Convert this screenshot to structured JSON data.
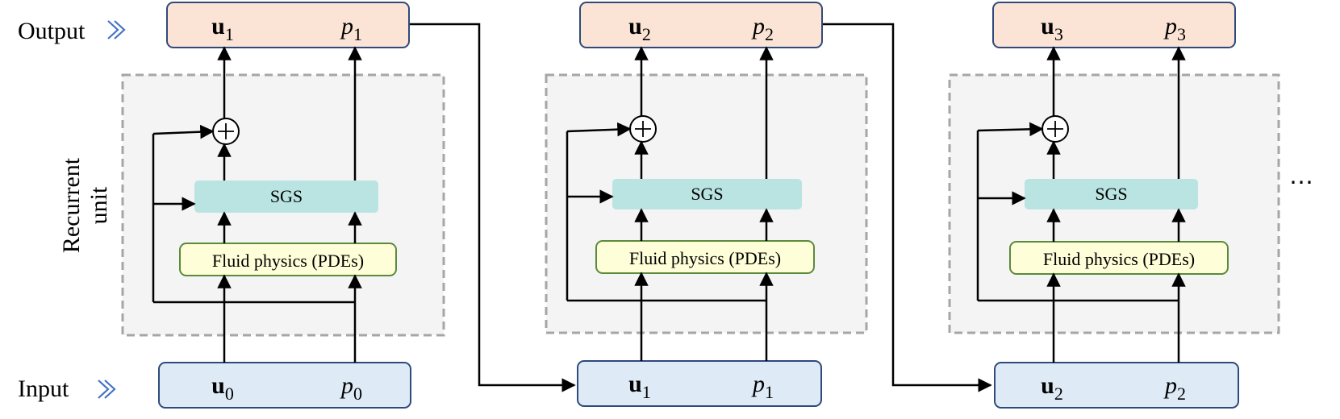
{
  "row_labels": {
    "output": "Output",
    "input": "Input",
    "recurrent_line1": "Recurrent",
    "recurrent_line2": "unit"
  },
  "units": [
    {
      "input": {
        "u": "u",
        "u_sub": "0",
        "p": "p",
        "p_sub": "0"
      },
      "output": {
        "u": "u",
        "u_sub": "1",
        "p": "p",
        "p_sub": "1"
      },
      "sgs_label": "SGS",
      "pde_label": "Fluid physics (PDEs)"
    },
    {
      "input": {
        "u": "u",
        "u_sub": "1",
        "p": "p",
        "p_sub": "1"
      },
      "output": {
        "u": "u",
        "u_sub": "2",
        "p": "p",
        "p_sub": "2"
      },
      "sgs_label": "SGS",
      "pde_label": "Fluid physics (PDEs)"
    },
    {
      "input": {
        "u": "u",
        "u_sub": "2",
        "p": "p",
        "p_sub": "2"
      },
      "output": {
        "u": "u",
        "u_sub": "3",
        "p": "p",
        "p_sub": "3"
      },
      "sgs_label": "SGS",
      "pde_label": "Fluid physics (PDEs)"
    }
  ],
  "continuation": "⋯",
  "colors": {
    "output_fill": "#fbe4d5",
    "input_fill": "#deebf7",
    "box_stroke": "#2f4a7a",
    "sgs_fill": "#b9e4e2",
    "pde_fill": "#fefed8",
    "pde_stroke": "#5a8a3a",
    "dashed_stroke": "#a6a6a6",
    "unit_bg": "#f4f4f4",
    "chevron": "#4472c4"
  }
}
